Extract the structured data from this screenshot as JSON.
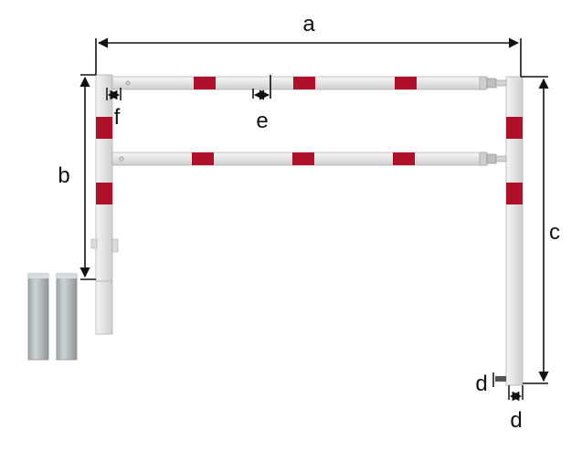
{
  "labels": {
    "a": "a",
    "b": "b",
    "c": "c",
    "d_side": "d",
    "d_bottom": "d",
    "e": "e",
    "f": "f"
  },
  "colors": {
    "tube": "#e3e3e3",
    "tube_edge": "#bdbdbd",
    "reflector": "#b0102a",
    "galvanized": "#b7bcc0",
    "dimension_line": "#111111"
  }
}
